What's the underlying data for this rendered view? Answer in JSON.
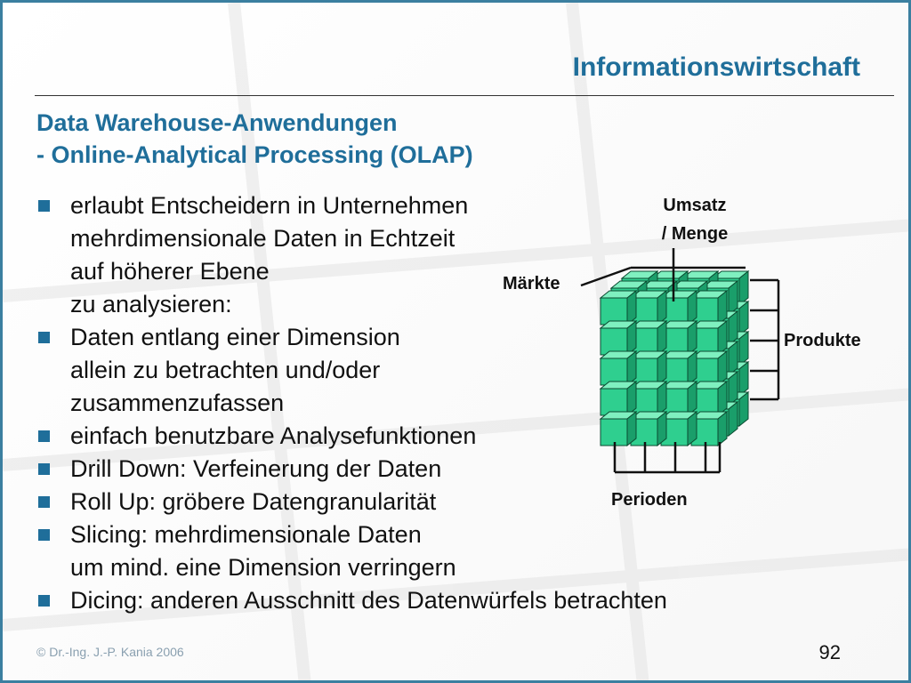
{
  "header": {
    "title": "Informationswirtschaft"
  },
  "slide": {
    "subtitle_line1": "Data Warehouse-Anwendungen",
    "subtitle_line2": "- Online-Analytical Processing (OLAP)",
    "bullets": [
      {
        "lines": [
          "erlaubt Entscheidern in Unternehmen",
          "mehrdimensionale Daten in Echtzeit",
          "auf höherer Ebene",
          "zu analysieren:"
        ]
      },
      {
        "lines": [
          "Daten entlang einer Dimension",
          "allein zu betrachten und/oder",
          "zusammenzufassen"
        ]
      },
      {
        "lines": [
          "einfach benutzbare Analysefunktionen"
        ]
      },
      {
        "lines": [
          "Drill Down: Verfeinerung der Daten"
        ]
      },
      {
        "lines": [
          "Roll Up: gröbere Datengranularität"
        ]
      },
      {
        "lines": [
          "Slicing: mehrdimensionale Daten",
          "um mind. eine Dimension verringern"
        ]
      },
      {
        "lines": [
          "Dicing: anderen Ausschnitt des Datenwürfels betrachten"
        ]
      }
    ]
  },
  "diagram": {
    "label_measure_line1": "Umsatz",
    "label_measure_line2": "/ Menge",
    "label_markets": "Märkte",
    "label_products": "Produkte",
    "label_periods": "Perioden",
    "cube_color": "#2fcf8f"
  },
  "footer": {
    "copyright": "©  Dr.-Ing. J.-P. Kania 2006",
    "page_number": "92"
  },
  "colors": {
    "accent": "#1f6e9a",
    "frame": "#3b7fa0"
  }
}
